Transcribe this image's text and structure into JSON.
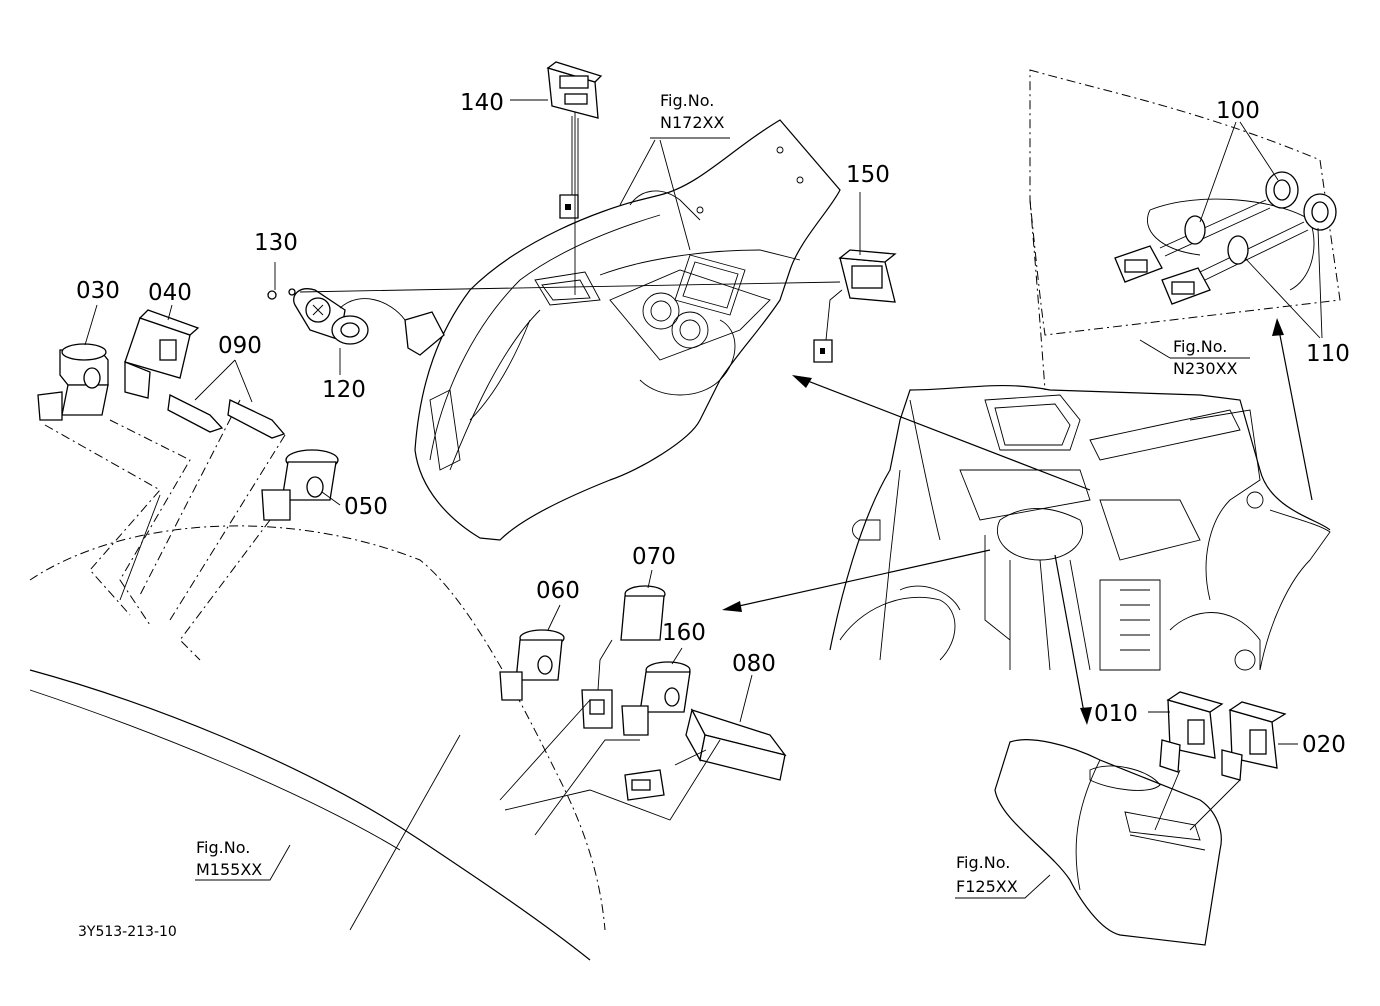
{
  "diagram_code": "3Y513-213-10",
  "part_numbers": {
    "p010": "010",
    "p020": "020",
    "p030": "030",
    "p040": "040",
    "p050": "050",
    "p060": "060",
    "p070": "070",
    "p080": "080",
    "p090": "090",
    "p100": "100",
    "p110": "110",
    "p120": "120",
    "p130": "130",
    "p140": "140",
    "p150": "150",
    "p160": "160"
  },
  "figure_refs": {
    "n172": {
      "label": "Fig.No.",
      "code": "N172XX"
    },
    "n230": {
      "label": "Fig.No.",
      "code": "N230XX"
    },
    "m155": {
      "label": "Fig.No.",
      "code": "M155XX"
    },
    "f125": {
      "label": "Fig.No.",
      "code": "F125XX"
    }
  }
}
